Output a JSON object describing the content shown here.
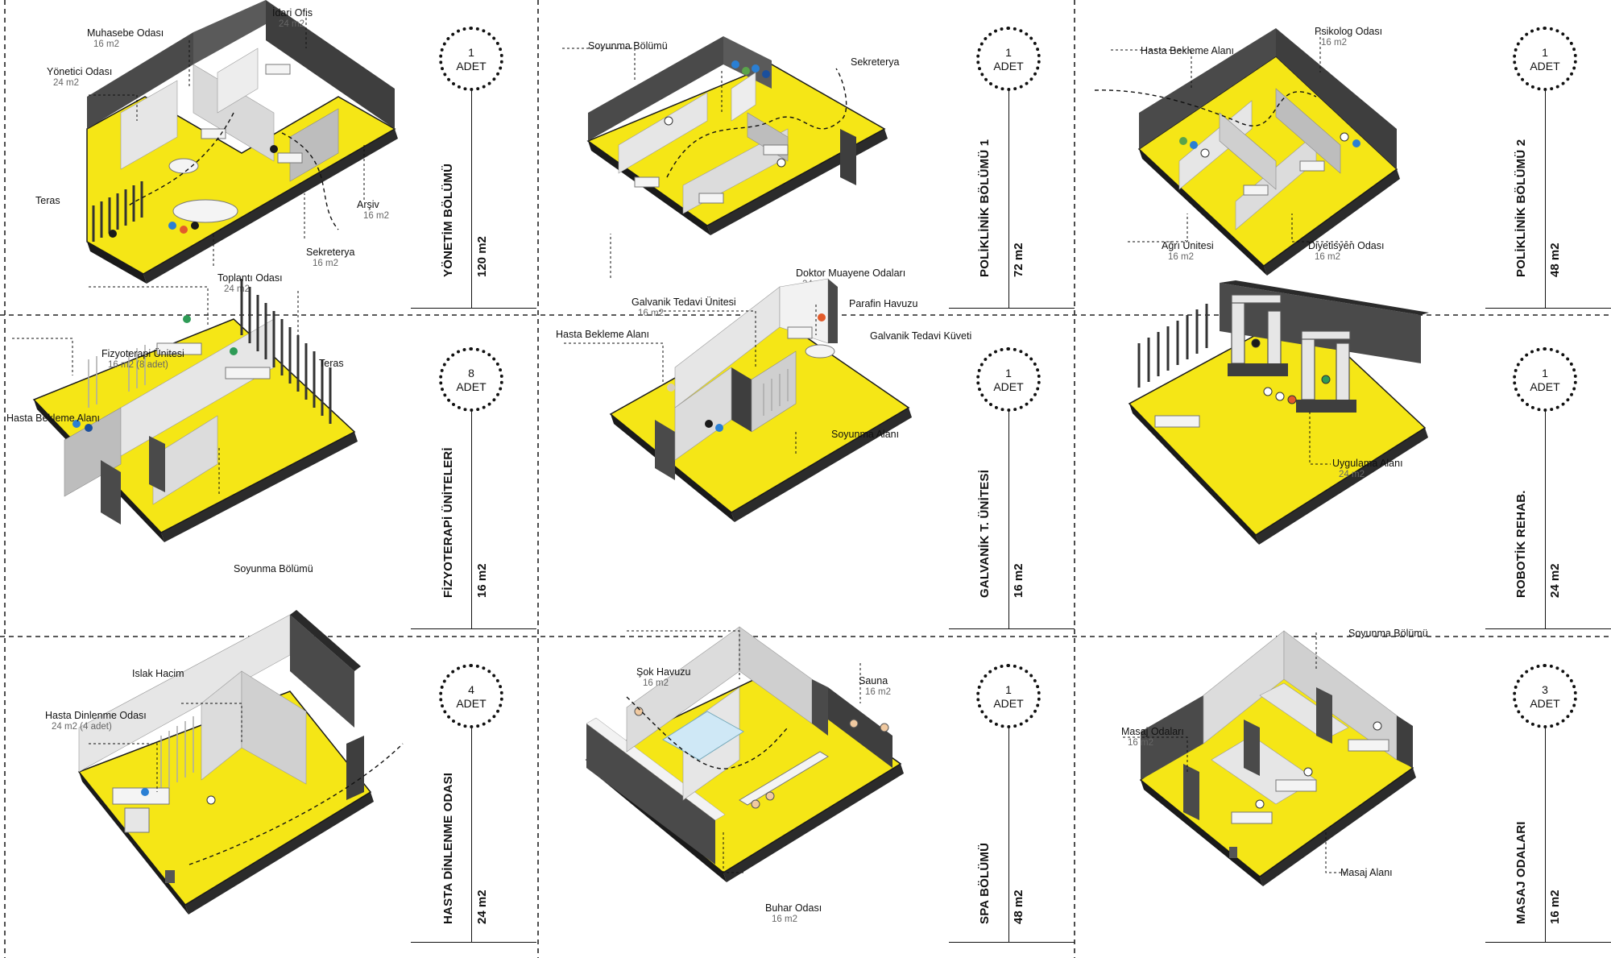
{
  "panels": [
    {
      "title": "YÖNETİM BÖLÜMÜ",
      "area": "120 m2",
      "count_number": "1",
      "count_unit": "ADET",
      "labels": [
        {
          "name": "Muhasebe Odası",
          "area": "16 m2"
        },
        {
          "name": "İdari Ofis",
          "area": "24 m2"
        },
        {
          "name": "Yönetici Odası",
          "area": "24 m2"
        },
        {
          "name": "Teras",
          "area": ""
        },
        {
          "name": "Arşiv",
          "area": "16 m2"
        },
        {
          "name": "Sekreterya",
          "area": "16 m2"
        },
        {
          "name": "Toplantı Odası",
          "area": "24 m2"
        }
      ]
    },
    {
      "title": "POLİKLİNİK BÖLÜMÜ 1",
      "area": "72 m2",
      "count_number": "1",
      "count_unit": "ADET",
      "labels": [
        {
          "name": "Soyunma Bölümü",
          "area": ""
        },
        {
          "name": "Sekreterya",
          "area": ""
        },
        {
          "name": "Doktor Muayene Odaları",
          "area": "24 m2"
        }
      ]
    },
    {
      "title": "POLİKLİNİK BÖLÜMÜ 2",
      "area": "48 m2",
      "count_number": "1",
      "count_unit": "ADET",
      "labels": [
        {
          "name": "Hasta Bekleme Alanı",
          "area": ""
        },
        {
          "name": "Psikolog Odası",
          "area": "16 m2"
        },
        {
          "name": "Ağrı Ünitesi",
          "area": "16 m2"
        },
        {
          "name": "Diyetisyen Odası",
          "area": "16 m2"
        }
      ]
    },
    {
      "title": "FİZYOTERAPİ ÜNİTELERİ",
      "area": "16 m2",
      "count_number": "8",
      "count_unit": "ADET",
      "labels": [
        {
          "name": "Fizyoterapi Ünitesi",
          "area": "16 m2 (8 adet)"
        },
        {
          "name": "Teras",
          "area": ""
        },
        {
          "name": "Hasta Bekleme Alanı",
          "area": ""
        },
        {
          "name": "Soyunma Bölümü",
          "area": ""
        }
      ]
    },
    {
      "title": "GALVANİK T. ÜNİTESİ",
      "area": "16 m2",
      "count_number": "1",
      "count_unit": "ADET",
      "labels": [
        {
          "name": "Parafin Havuzu",
          "area": ""
        },
        {
          "name": "Galvanik Tedavi Ünitesi",
          "area": "16 m2"
        },
        {
          "name": "Hasta Bekleme Alanı",
          "area": ""
        },
        {
          "name": "Galvanik Tedavi Küveti",
          "area": ""
        },
        {
          "name": "Soyunma Alanı",
          "area": ""
        }
      ]
    },
    {
      "title": "ROBOTİK REHAB.",
      "area": "24 m2",
      "count_number": "1",
      "count_unit": "ADET",
      "labels": [
        {
          "name": "Uygulama Alanı",
          "area": "24 m2"
        }
      ]
    },
    {
      "title": "HASTA DİNLENME ODASI",
      "area": "24 m2",
      "count_number": "4",
      "count_unit": "ADET",
      "labels": [
        {
          "name": "Islak Hacim",
          "area": ""
        },
        {
          "name": "Hasta Dinlenme Odası",
          "area": "24 m2 (4 adet)"
        }
      ]
    },
    {
      "title": "SPA BÖLÜMÜ",
      "area": "48 m2",
      "count_number": "1",
      "count_unit": "ADET",
      "labels": [
        {
          "name": "Şok Havuzu",
          "area": "16 m2"
        },
        {
          "name": "Sauna",
          "area": "16 m2"
        },
        {
          "name": "Buhar Odası",
          "area": "16 m2"
        }
      ]
    },
    {
      "title": "MASAJ ODALARI",
      "area": "16 m2",
      "count_number": "3",
      "count_unit": "ADET",
      "labels": [
        {
          "name": "Soyunma Bölümü",
          "area": ""
        },
        {
          "name": "Masaj Odaları",
          "area": "16 m2"
        },
        {
          "name": "Masaj Alanı",
          "area": ""
        }
      ]
    }
  ],
  "colors": {
    "floor": "#f5e616",
    "floor_edge": "#1a1a1a",
    "wall_dark": "#4a4a4a",
    "wall_light": "#d9d9d9",
    "wall_white": "#f2f2f2",
    "grid_dash": "#222222"
  }
}
